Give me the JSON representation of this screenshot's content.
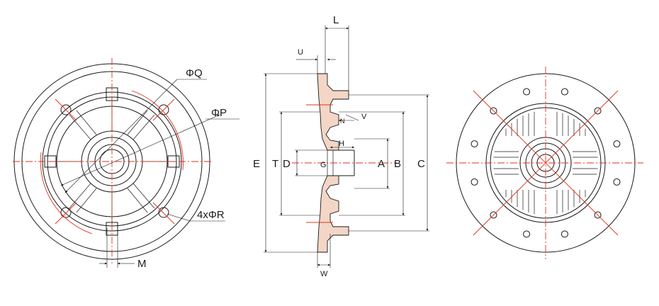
{
  "labels": {
    "phi_q": "ΦQ",
    "phi_p": "ΦP",
    "holes": "4xΦR",
    "m": "M",
    "l": "L",
    "u": "U",
    "v": "V",
    "n": "N",
    "h": "H",
    "g": "G",
    "e": "E",
    "t": "T",
    "d": "D",
    "a": "A",
    "b": "B",
    "c": "C",
    "w": "W"
  },
  "colors": {
    "line": "#1a1a1a",
    "centerline": "#e0321e",
    "section_fill": "#f3d6c6",
    "background": "#ffffff"
  }
}
